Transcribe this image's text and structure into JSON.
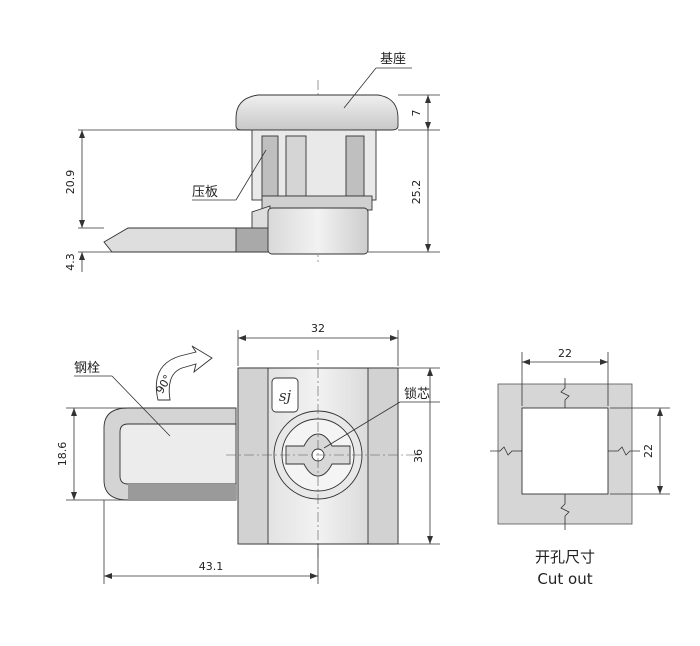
{
  "labels": {
    "base": "基座",
    "pressure_plate": "压板",
    "bolt": "钢栓",
    "lock_core": "锁芯",
    "rotation": "90°",
    "brand": "sj"
  },
  "dimensions": {
    "side_top_height": "7",
    "side_body_height": "25.2",
    "side_total_height": "20.9",
    "side_tongue_thickness": "4.3",
    "front_width": "32",
    "front_height": "36",
    "front_bolt_height": "18.6",
    "front_total_width": "43.1",
    "cutout_width": "22",
    "cutout_height": "22"
  },
  "cutout": {
    "title_cn": "开孔尺寸",
    "title_en": "Cut out"
  },
  "colors": {
    "light_gray": "#e6e6e6",
    "mid_gray": "#cfcfcf",
    "dark_gray": "#9a9a9a",
    "outline": "#333333"
  }
}
